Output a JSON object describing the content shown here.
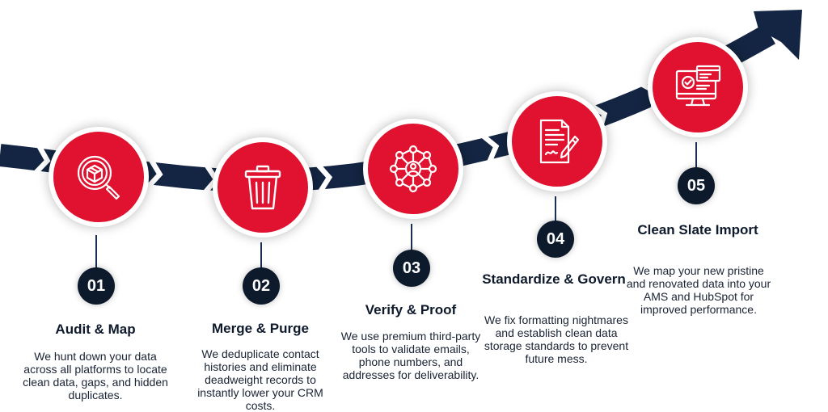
{
  "colors": {
    "accent_red": "#e0122f",
    "navy": "#0c1a2c",
    "band": "#132542"
  },
  "steps": [
    {
      "number": "01",
      "title": "Audit & Map",
      "description": "We hunt down your data across all platforms to locate clean data, gaps, and hidden duplicates.",
      "icon": "box-magnifier-icon"
    },
    {
      "number": "02",
      "title": "Merge & Purge",
      "description": "We deduplicate contact histories and eliminate deadweight records to instantly lower your CRM costs.",
      "icon": "trash-can-icon"
    },
    {
      "number": "03",
      "title": "Verify & Proof",
      "description": "We use premium third-party tools to validate emails, phone numbers, and addresses for deliverability.",
      "icon": "network-user-icon"
    },
    {
      "number": "04",
      "title": "Standardize & Govern",
      "description": "We fix formatting nightmares and establish clean data storage standards to prevent future mess.",
      "icon": "document-pen-icon"
    },
    {
      "number": "05",
      "title": "Clean Slate Import",
      "description": "We map your new pristine and renovated data into your AMS and HubSpot for improved performance.",
      "icon": "monitor-check-icon"
    }
  ]
}
